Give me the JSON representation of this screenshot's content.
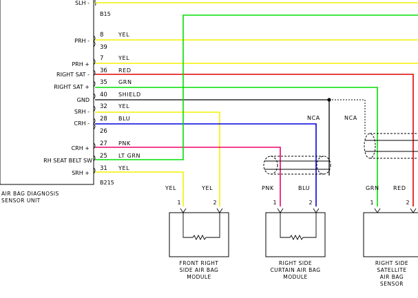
{
  "colors": {
    "yellow": "#f2f200",
    "green": "#00dd00",
    "red": "#e00000",
    "blue": "#0000dd",
    "pink": "#ee0066",
    "black": "#000000"
  },
  "sensor_unit": {
    "name_line1": "AIR BAG DIAGNOSIS",
    "name_line2": "SENSOR UNIT",
    "connector_top": "B15",
    "connector_bottom": "B215",
    "pins": [
      {
        "label": "SLH -",
        "num": "",
        "wire": ""
      },
      {
        "label": "PRH -",
        "num": "8",
        "wire": "YEL"
      },
      {
        "label": "",
        "num": "39",
        "wire": ""
      },
      {
        "label": "PRH +",
        "num": "7",
        "wire": "YEL"
      },
      {
        "label": "RIGHT SAT -",
        "num": "36",
        "wire": "RED"
      },
      {
        "label": "RIGHT SAT +",
        "num": "35",
        "wire": "GRN"
      },
      {
        "label": "GND",
        "num": "40",
        "wire": "SHIELD"
      },
      {
        "label": "SRH -",
        "num": "32",
        "wire": "YEL"
      },
      {
        "label": "CRH -",
        "num": "28",
        "wire": "BLU"
      },
      {
        "label": "",
        "num": "26",
        "wire": ""
      },
      {
        "label": "",
        "num": "27",
        "wire": "PNK"
      },
      {
        "label": "CRH +",
        "num": "",
        "wire": ""
      },
      {
        "label": "RH SEAT BELT SW",
        "num": "25",
        "wire": "LT GRN"
      },
      {
        "label": "SRH +",
        "num": "31",
        "wire": "YEL"
      }
    ]
  },
  "nca_labels": [
    "NCA",
    "NCA"
  ],
  "modules": [
    {
      "name": [
        "FRONT RIGHT",
        "SIDE AIR BAG",
        "MODULE"
      ],
      "wires": [
        "YEL",
        "YEL"
      ],
      "terminals": [
        "1",
        "2"
      ]
    },
    {
      "name": [
        "RIGHT SIDE",
        "CURTAIN AIR BAG",
        "MODULE"
      ],
      "wires": [
        "PNK",
        "BLU"
      ],
      "terminals": [
        "1",
        "2"
      ]
    },
    {
      "name": [
        "RIGHT SIDE",
        "SATELLITE",
        "AIR BAG",
        "SENSOR"
      ],
      "wires": [
        "GRN",
        "RED"
      ],
      "terminals": [
        "1",
        "2"
      ]
    }
  ]
}
